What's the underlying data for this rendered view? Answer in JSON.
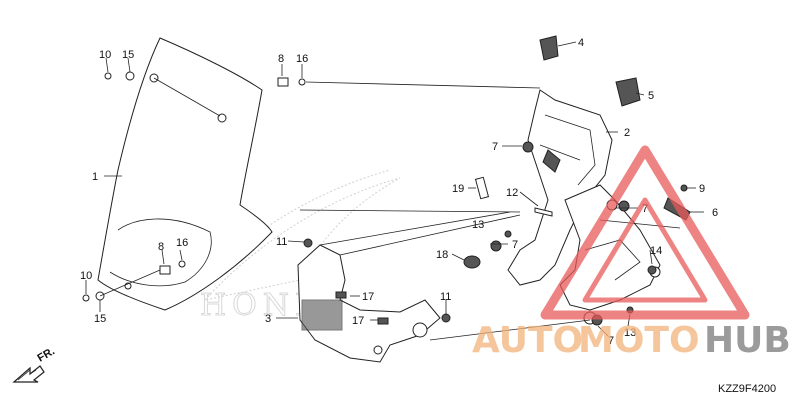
{
  "diagram": {
    "code": "KZZ9F4200",
    "direction_label": "FR.",
    "callouts": [
      "1",
      "2",
      "3",
      "4",
      "5",
      "6",
      "7",
      "7",
      "7",
      "7",
      "8",
      "8",
      "9",
      "10",
      "10",
      "11",
      "11",
      "12",
      "13",
      "13",
      "14",
      "15",
      "15",
      "16",
      "16",
      "17",
      "17",
      "18",
      "19"
    ]
  },
  "background_logo": {
    "text": "HONDA"
  },
  "watermark": {
    "part1": "AUTO",
    "part2": "MOTO",
    "part3": "HUB",
    "color_primary": "#f2b27a",
    "color_secondary": "#7a7a7a",
    "triangle_color": "#e85a5a"
  }
}
